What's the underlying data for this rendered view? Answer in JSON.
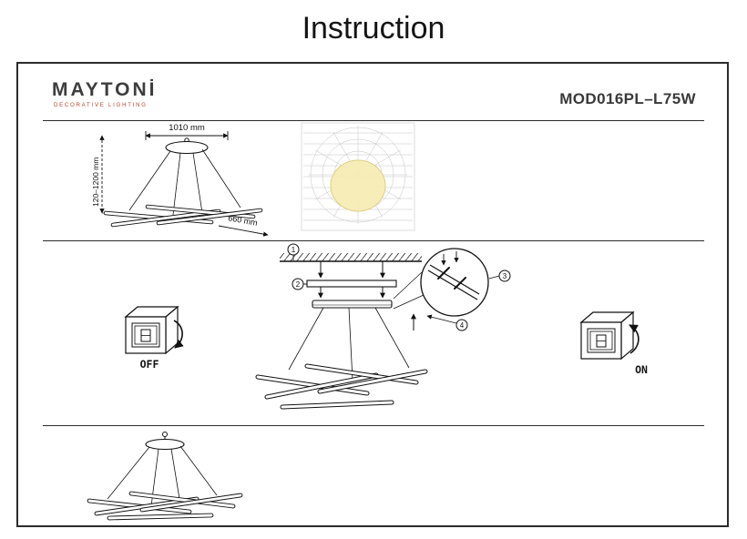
{
  "page": {
    "title": "Instruction"
  },
  "header": {
    "brand": "MAYTONİ",
    "brand_sub": "DECORATIVE LIGHTING",
    "model": "MOD016PL–L75W"
  },
  "dimensions": {
    "width": "1010 mm",
    "height_range": "120–1200 mm",
    "depth": "660 mm"
  },
  "installation": {
    "steps": [
      "1",
      "2",
      "3",
      "4"
    ],
    "switch_off": "OFF",
    "switch_on": "ON"
  },
  "colors": {
    "accent_red": "#c0432e",
    "line": "#111111",
    "beam_fill": "#f6ecb5",
    "grid": "#bdbdbd"
  }
}
